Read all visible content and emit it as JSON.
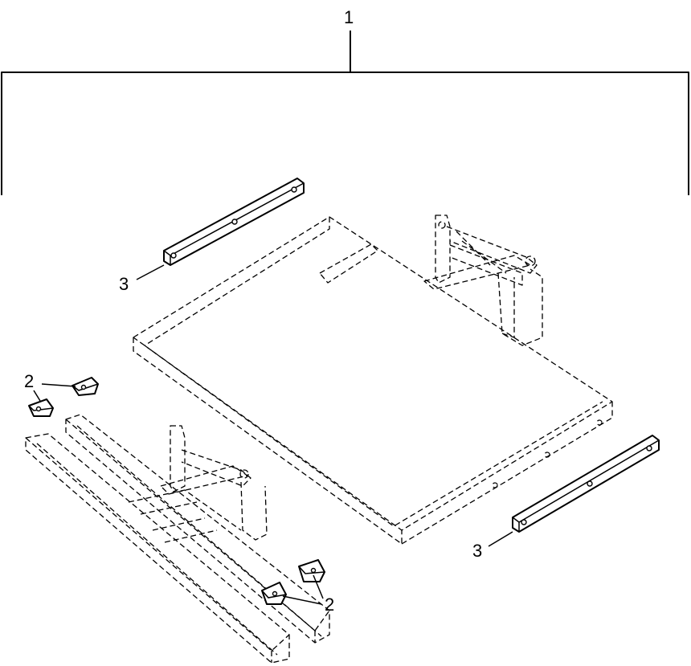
{
  "callouts": {
    "assembly": "1",
    "wear_pad_upper": "2",
    "wear_pad_lower": "2",
    "strip_upper": "3",
    "strip_lower": "3"
  },
  "colors": {
    "line": "#000000",
    "background": "#ffffff"
  }
}
